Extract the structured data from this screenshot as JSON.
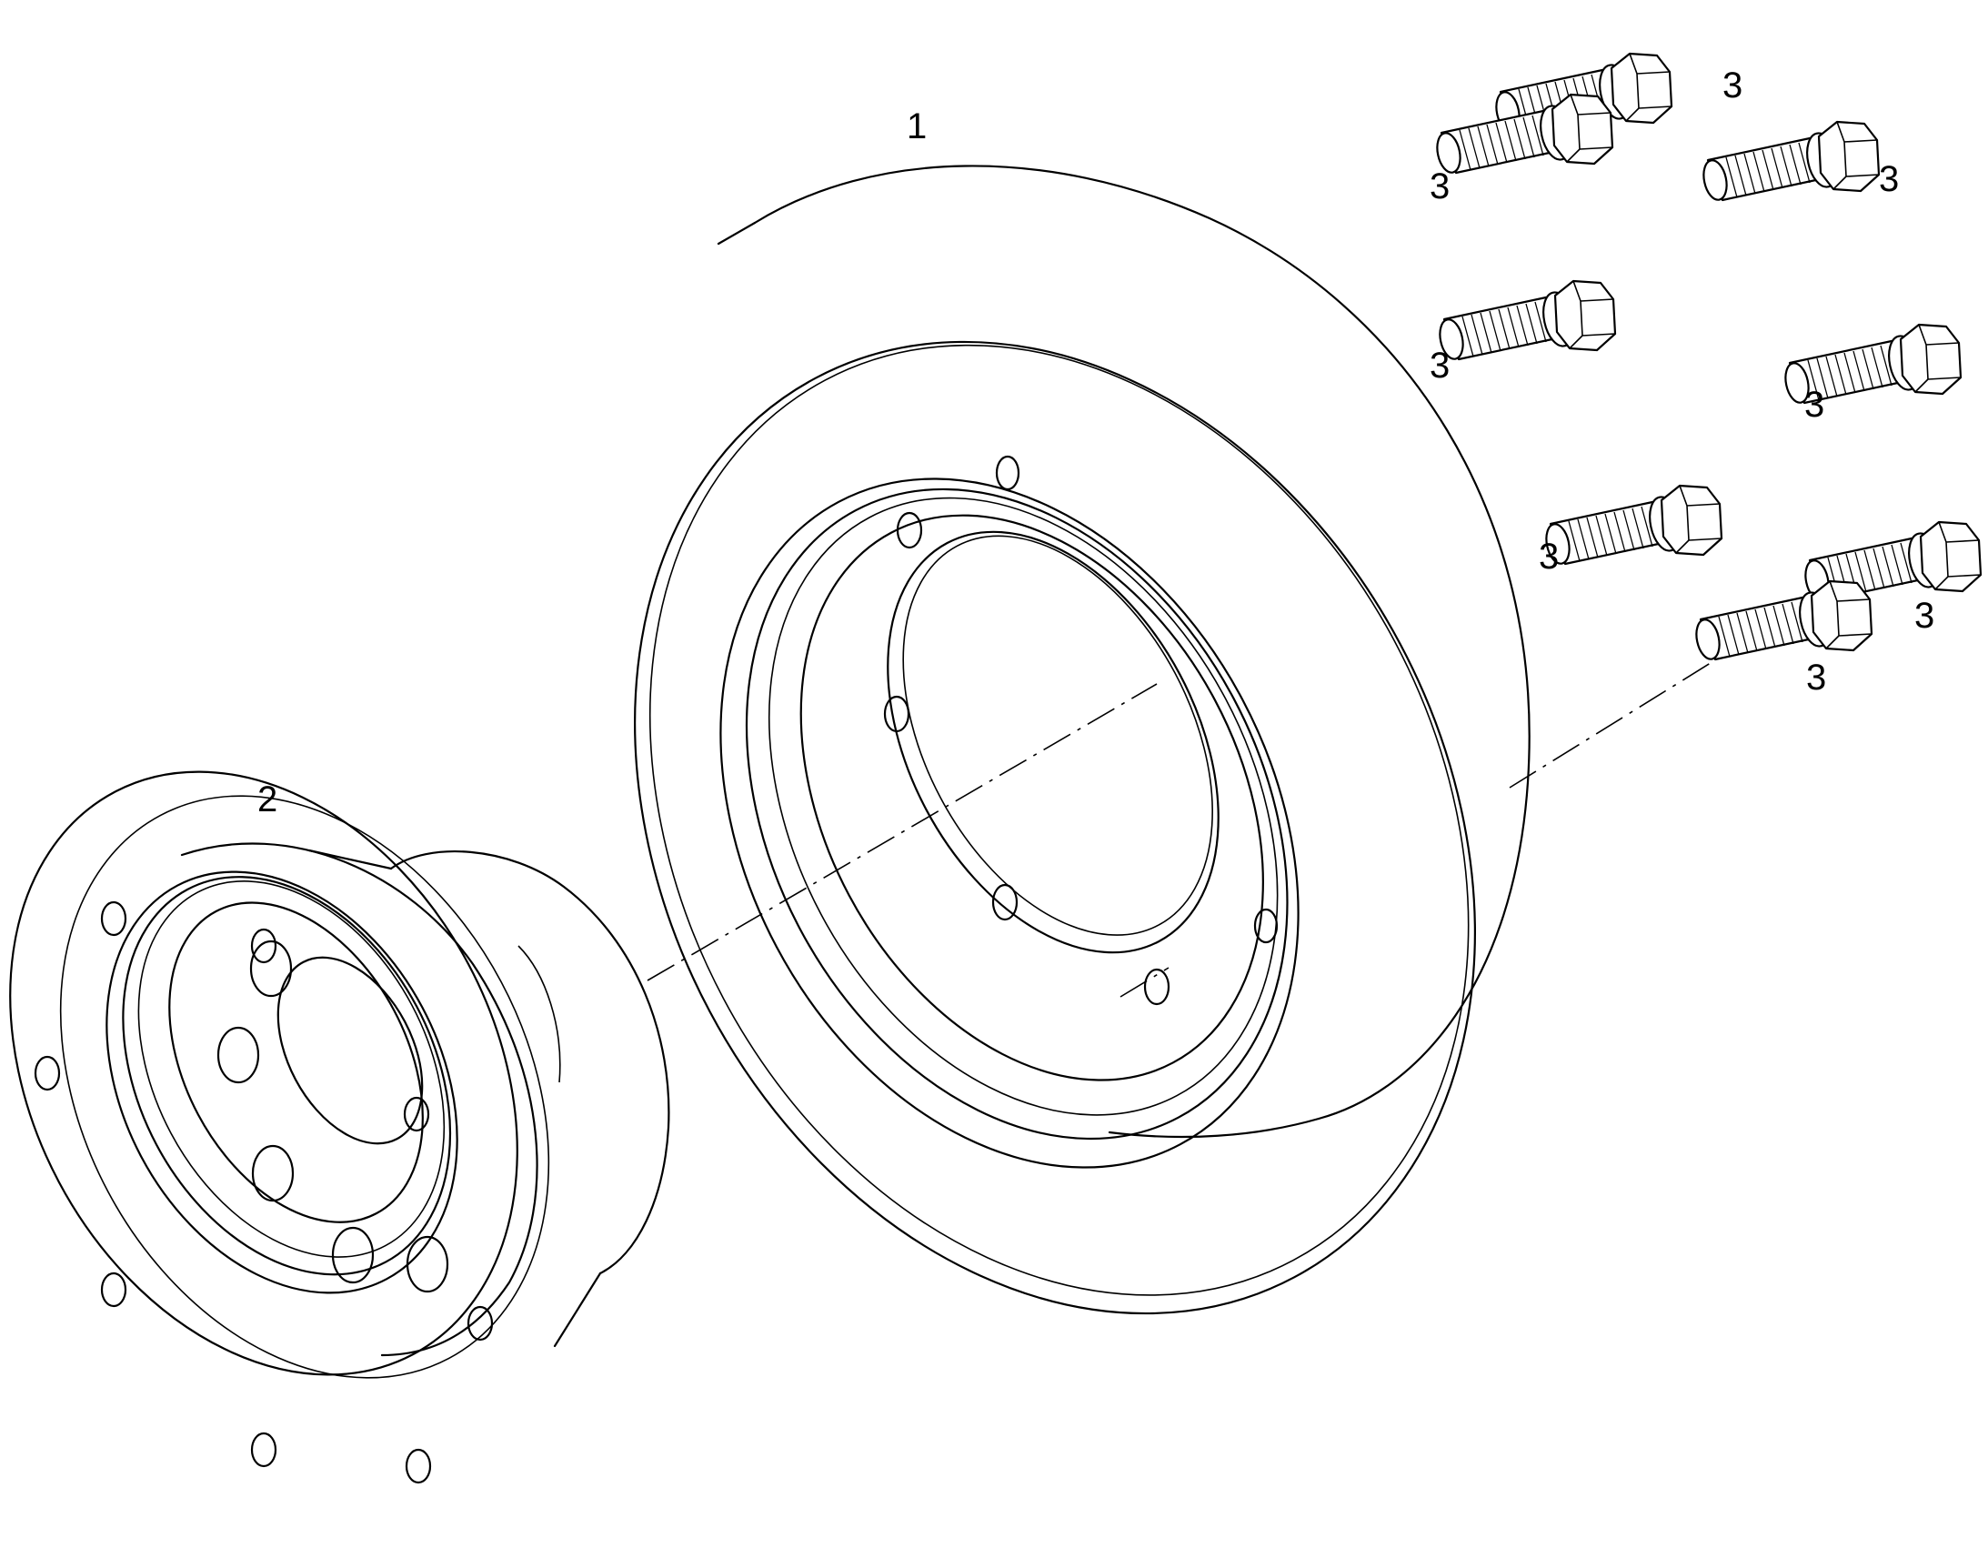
{
  "callouts": {
    "damper": "1",
    "hub": "2",
    "bolt": "3"
  },
  "colors": {
    "line": "#000000",
    "background": "#ffffff"
  }
}
